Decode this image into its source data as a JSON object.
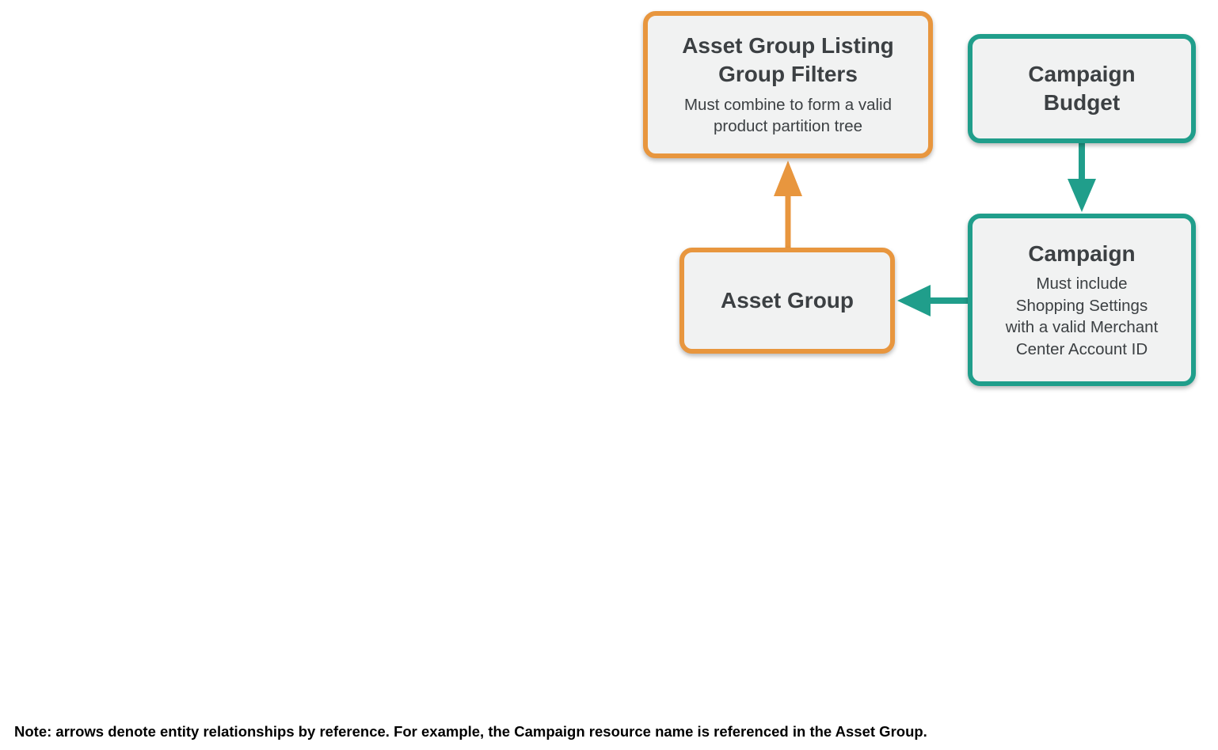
{
  "colors": {
    "orange": "#E8963E",
    "teal": "#209E8B",
    "box_fill": "#F1F2F2",
    "box_text": "#3C4043",
    "note_text": "#000000",
    "background": "#FFFFFF"
  },
  "nodes": {
    "listing_filters": {
      "title": "Asset Group Listing\nGroup Filters",
      "subtitle": "Must combine to form a valid\nproduct partition tree",
      "accent": "orange"
    },
    "campaign_budget": {
      "title": "Campaign\nBudget",
      "accent": "teal"
    },
    "campaign": {
      "title": "Campaign",
      "subtitle": "Must include\nShopping Settings\nwith a valid Merchant\nCenter Account ID",
      "accent": "teal"
    },
    "asset_group": {
      "title": "Asset Group",
      "accent": "orange"
    }
  },
  "arrows": [
    {
      "from": "asset_group",
      "to": "listing_filters",
      "color": "orange",
      "direction": "up"
    },
    {
      "from": "campaign_budget",
      "to": "campaign",
      "color": "teal",
      "direction": "down"
    },
    {
      "from": "campaign",
      "to": "asset_group",
      "color": "teal",
      "direction": "left"
    }
  ],
  "note": "Note: arrows denote entity relationships by reference. For example, the Campaign resource name is referenced in the Asset Group."
}
